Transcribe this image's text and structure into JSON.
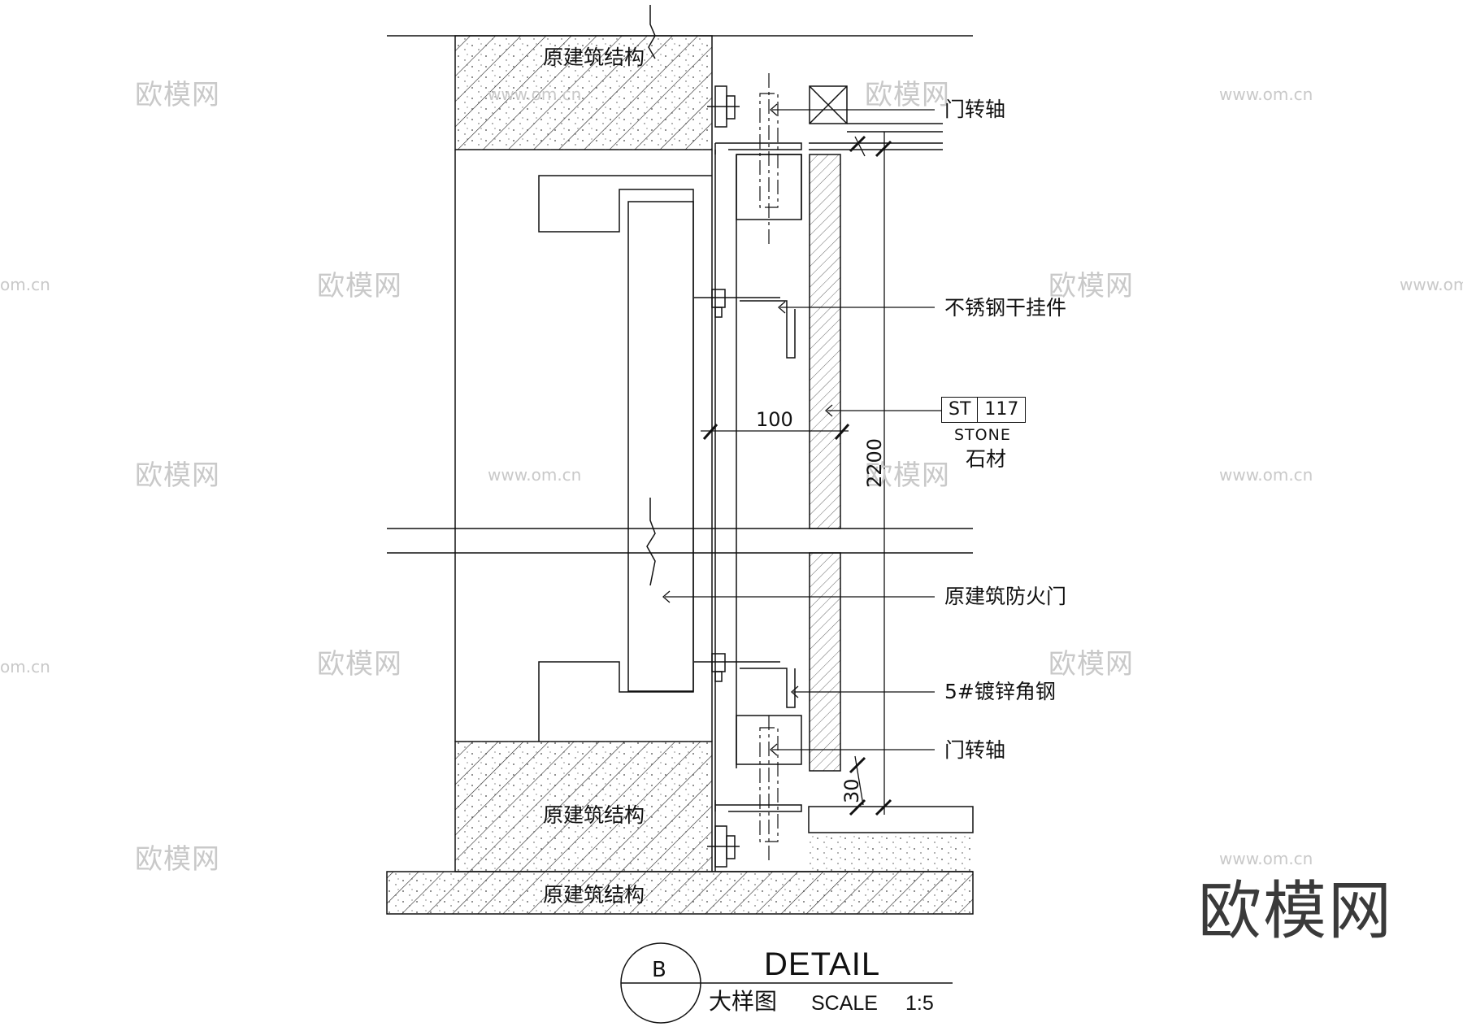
{
  "drawing": {
    "labels": {
      "structure_top": "原建筑结构",
      "structure_bottom_1": "原建筑结构",
      "structure_bottom_2": "原建筑结构",
      "door_pivot_top": "门转轴",
      "stainless_hanger": "不锈钢干挂件",
      "stone_cn": "石材",
      "fire_door": "原建筑防火门",
      "angle_steel": "5#镀锌角钢",
      "door_pivot_bottom": "门转轴"
    },
    "material_tag": {
      "code": "ST",
      "number": "117",
      "name": "STONE"
    },
    "dimensions": {
      "depth": "100",
      "height": "2200",
      "gap": "30"
    }
  },
  "title_block": {
    "marker": "B",
    "title": "DETAIL",
    "subtitle": "大样图",
    "scale_label": "SCALE",
    "scale_value": "1:5"
  },
  "watermarks": {
    "brand": "欧模网",
    "url": "www.om.cn",
    "url_short": "om.cn"
  }
}
